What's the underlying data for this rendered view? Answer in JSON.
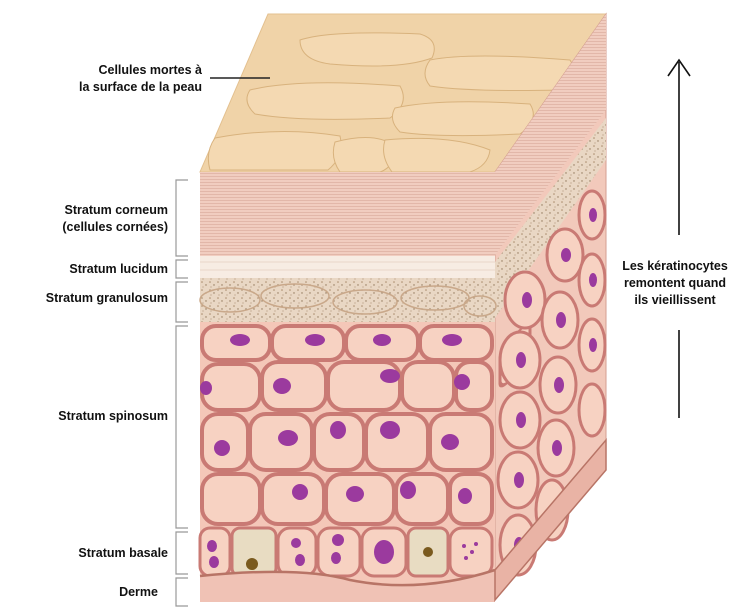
{
  "labels": {
    "surface_line1": "Cellules mortes à",
    "surface_line2": "la surface de la peau",
    "corneum_line1": "Stratum corneum",
    "corneum_line2": "(cellules cornées)",
    "lucidum": "Stratum lucidum",
    "granulosum": "Stratum granulosum",
    "spinosum": "Stratum spinosum",
    "basale": "Stratum basale",
    "derme": "Derme",
    "arrow_line1": "Les kératinocytes",
    "arrow_line2": "remontent quand",
    "arrow_line3": "ils vieillissent"
  },
  "colors": {
    "surface": "#f0d3a8",
    "corneum": "#f1cdc0",
    "lucidum": "#f7ece3",
    "granulosum": "#e9d7c4",
    "cell_fill": "#f7d2c2",
    "cell_border": "#c97a74",
    "nucleus": "#9b3a9e",
    "derme": "#f0c2b5",
    "bracket": "#999999"
  }
}
